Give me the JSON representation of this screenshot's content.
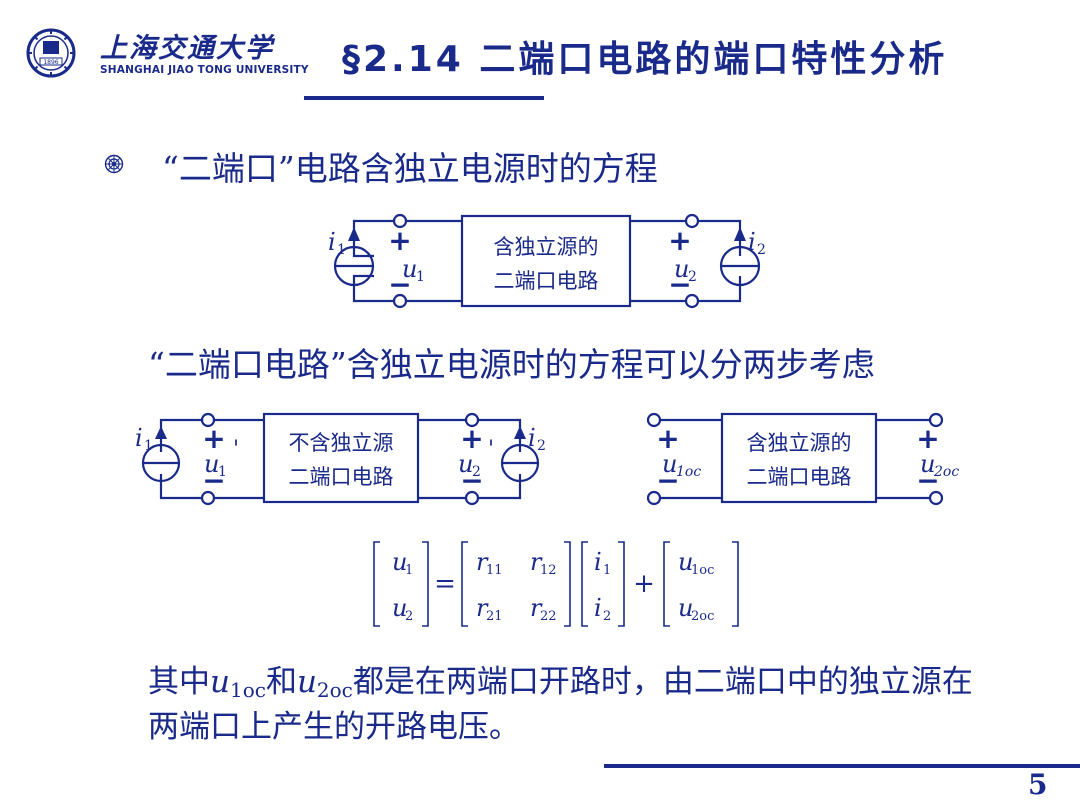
{
  "header": {
    "logo_cn": "上海交通大学",
    "logo_en": "SHANGHAI JIAO TONG UNIVERSITY",
    "logo_year": "1896",
    "title": "§2.14 二端口电路的端口特性分析"
  },
  "content": {
    "heading": "“二端口”电路含独立电源时的方程",
    "subheading": "“二端口电路”含独立电源时的方程可以分两步考虑",
    "circuit1": {
      "box_line1": "含独立源的",
      "box_line2": "二端口电路",
      "i_left": "i",
      "i_left_sub": "1",
      "u_left": "u",
      "u_left_sub": "1",
      "i_right": "i",
      "i_right_sub": "2",
      "u_right": "u",
      "u_right_sub": "2",
      "plus": "+",
      "minus": "−"
    },
    "circuit2": {
      "box_line1": "不含独立源",
      "box_line2": "二端口电路",
      "i_left": "i",
      "i_left_sub": "1",
      "u_left": "u",
      "u_left_sub": "1",
      "u_left_prime": "'",
      "i_right": "i",
      "i_right_sub": "2",
      "u_right": "u",
      "u_right_sub": "2",
      "u_right_prime": "'",
      "plus": "+",
      "minus": "−"
    },
    "circuit3": {
      "box_line1": "含独立源的",
      "box_line2": "二端口电路",
      "u_left": "u",
      "u_left_sub": "1oc",
      "u_right": "u",
      "u_right_sub": "2oc",
      "plus": "+",
      "minus": "−"
    },
    "matrix": {
      "u1": "u",
      "u1_sub": "1",
      "u2": "u",
      "u2_sub": "2",
      "equals": "=",
      "r11": "r",
      "r11_sub": "11",
      "r12": "r",
      "r12_sub": "12",
      "r21": "r",
      "r21_sub": "21",
      "r22": "r",
      "r22_sub": "22",
      "i1": "i",
      "i1_sub": "1",
      "i2": "i",
      "i2_sub": "2",
      "plus": "+",
      "u1oc": "u",
      "u1oc_sub": "1oc",
      "u2oc": "u",
      "u2oc_sub": "2oc"
    },
    "note": {
      "part1": "其中",
      "var1": "u",
      "var1_sub": "1oc",
      "part2": "和",
      "var2": "u",
      "var2_sub": "2oc",
      "part3": "都是在两端口开路时，由二端口中的独立源在两端口上产生的开路电压。"
    }
  },
  "footer": {
    "page_number": "5"
  }
}
